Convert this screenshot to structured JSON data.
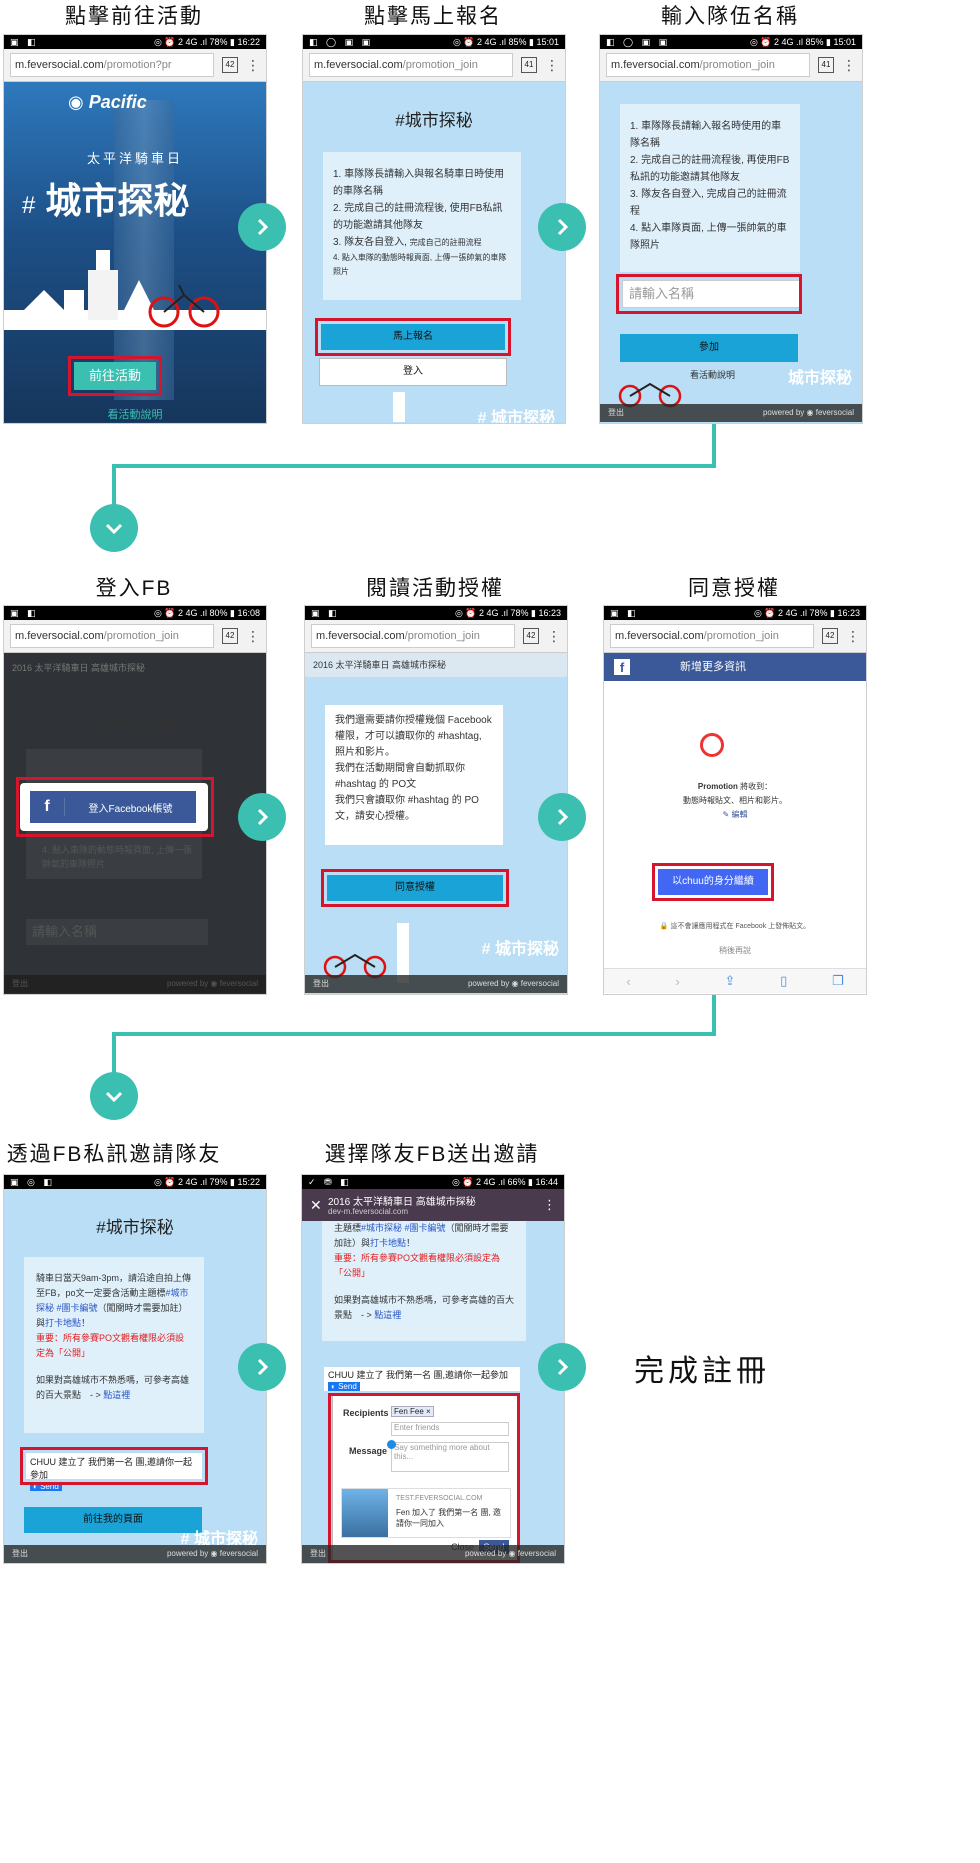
{
  "steps": {
    "s1": {
      "caption": "點擊前往活動"
    },
    "s2": {
      "caption": "點擊馬上報名"
    },
    "s3": {
      "caption": "輸入隊伍名稱"
    },
    "s4": {
      "caption": "登入FB"
    },
    "s5": {
      "caption": "閱讀活動授權"
    },
    "s6": {
      "caption": "同意授權"
    },
    "s7": {
      "caption": "透過FB私訊邀請隊友"
    },
    "s8": {
      "caption": "選擇隊友FB送出邀請"
    },
    "final": "完成註冊"
  },
  "phones": {
    "p1": {
      "status_left": "▣ ◧",
      "status_right": "◎ ⏰ 2 4G .ıl 78% ▮ 16:22",
      "url_host": "m.feversocial.com",
      "url_path": "/promotion?pr",
      "tabs": "42",
      "brand": "Pacific",
      "subtitle": "太平洋騎車日",
      "hashtag": "#",
      "title": "城市探秘",
      "btn": "前往活動",
      "link": "看活動說明"
    },
    "p2": {
      "status_left": "◧ ◯ ▣ ▣",
      "status_right": "◎ ⏰ 2 4G .ıl 85% ▮ 15:01",
      "url_host": "m.feversocial.com",
      "url_path": "/promotion_join",
      "tabs": "41",
      "title": "#城市探秘",
      "rules": [
        "1. 車隊隊長請輸入與報名騎車日時使用的車隊名稱",
        "2. 完成自己的註冊流程後, 使用FB私訊的功能邀請其他隊友",
        "3. 隊友各自登入",
        "完成自己的註冊流程",
        "4. 點入車隊的動態時報頁面, 上傳一張帥氣的車隊照片"
      ],
      "btn_signup": "馬上報名",
      "btn_login": "登入",
      "foot_tag": "# 城市探秘"
    },
    "p3": {
      "status_left": "◧ ◯ ▣ ▣",
      "status_right": "◎ ⏰ 2 4G .ıl 85% ▮ 15:01",
      "url_host": "m.feversocial.com",
      "url_path": "/promotion_join",
      "tabs": "41",
      "rules": [
        "1. 車隊隊長請輸入報名時使用的車隊名稱",
        "2. 完成自己的註冊流程後, 再使用FB私訊的功能邀請其他隊友",
        "3. 隊友各自登入, 完成自己的註冊流程",
        "4. 點入車隊頁面, 上傳一張帥氣的車隊照片"
      ],
      "input_placeholder": "請輸入名稱",
      "btn_join": "參加",
      "link": "看活動說明",
      "foot_tag": "城市探秘",
      "logout": "登出",
      "powered": "powered by",
      "brand": "feversocial"
    },
    "p4": {
      "status_left": "▣ ◧",
      "status_right": "◎ ⏰ 2 4G .ıl 80% ▮ 16:08",
      "url_host": "m.feversocial.com",
      "url_path": "/promotion_join",
      "tabs": "42",
      "header": "2016 太平洋騎車日 高雄城市探秘",
      "title": "#城市探秘",
      "fb_btn": "登入Facebook帳號",
      "rule4": "4. 點入車隊的動態時報頁面, 上傳一張帥氣的車隊照片",
      "input_placeholder": "請輸入名稱",
      "logout": "登出",
      "powered": "powered by",
      "brand": "feversocial"
    },
    "p5": {
      "status_left": "▣ ◧",
      "status_right": "◎ ⏰ 2 4G .ıl 78% ▮ 16:23",
      "url_host": "m.feversocial.com",
      "url_path": "/promotion_join",
      "tabs": "42",
      "header": "2016 太平洋騎車日 高雄城市探秘",
      "text": [
        "我們還需要請你授權幾個 Facebook 權限，才可以讀取你的 #hashtag, 照片和影片。",
        "我們在活動期間會自動抓取你 #hashtag 的 PO文",
        "我們只會讀取你 #hashtag 的 PO文，請安心授權。"
      ],
      "btn": "同意授權",
      "foot_tag": "# 城市探秘",
      "logout": "登出",
      "powered": "powered by",
      "brand": "feversocial"
    },
    "p6": {
      "status_left": "▣ ◧",
      "status_right": "◎ ⏰ 2 4G .ıl 78% ▮ 16:23",
      "url_host": "m.feversocial.com",
      "url_path": "/promotion_join",
      "tabs": "42",
      "fb_header": "新增更多資訊",
      "app_name": "Promotion",
      "receives": "將收到：",
      "perms": "動態時報貼文、相片和影片。",
      "edit": "編輯",
      "btn": "以chuu的身分繼續",
      "notice": "這不會讓應用程式在 Facebook 上發佈貼文。",
      "later": "稍後再說"
    },
    "p7": {
      "status_left": "▣ ◎ ◧",
      "status_right": "◎ ⏰ 2 4G .ıl 79% ▮ 15:22",
      "title": "#城市探秘",
      "para1_a": "騎車日當天9am-3pm，請沿途自拍上傳至FB，po文一定要含活動主題標",
      "para1_b": "#城市探秘 #團卡編號",
      "para1_c": "（闖關時才需要加註）與",
      "para1_d": "打卡地點",
      "para1_e": "！",
      "para2": "重要：所有參賽PO文觀看權限必須設定為「公開」",
      "para3_a": "如果對高雄城市不熟悉嗎，可參考高雄的百大景點　- >",
      "para3_b": "點這裡",
      "invite": "CHUU 建立了 我們第一名 團,邀請你一起參加",
      "send": "Send",
      "btn": "前往我的頁面",
      "foot_tag": "# 城市探秘",
      "logout": "登出",
      "powered": "powered by",
      "brand": "feversocial"
    },
    "p8": {
      "status_left": "✓ ⛃ ◧",
      "status_right": "◎ ⏰ 2 4G .ıl 66% ▮ 16:44",
      "bar_title": "2016 太平洋騎車日 高雄城市探秘",
      "bar_host": "dev-m.feversocial.com",
      "para1_a": "主題標",
      "para1_b": "#城市探秘 #團卡編號",
      "para1_c": "（闖關時才需要加註）與",
      "para1_d": "打卡地點",
      "para1_e": "！",
      "para2": "重要：所有參賽PO文觀看權限必須設定為「公開」",
      "para3_a": "如果對高雄城市不熟悉嗎，可參考高雄的百大景點　- >",
      "para3_b": "點這裡",
      "invite": "CHUU 建立了 我們第一名 團,邀請你一起參加",
      "send": "Send",
      "recipients": "Recipients",
      "chip": "Fen Fee",
      "friends_placeholder": "Enter friends",
      "message": "Message",
      "message_placeholder": "Say something more about this...",
      "preview_host": "TEST.FEVERSOCIAL.COM",
      "preview_text": "Fen 加入了 我們第一名 團, 邀請你一同加入",
      "close": "Close",
      "send_btn": "Send",
      "logout": "登出",
      "powered": "powered by",
      "brand": "feversocial"
    }
  },
  "colors": {
    "teal": "#3bbfb0",
    "cyan": "#1aa3d6",
    "red": "#d6142b",
    "fb": "#3b5998"
  }
}
